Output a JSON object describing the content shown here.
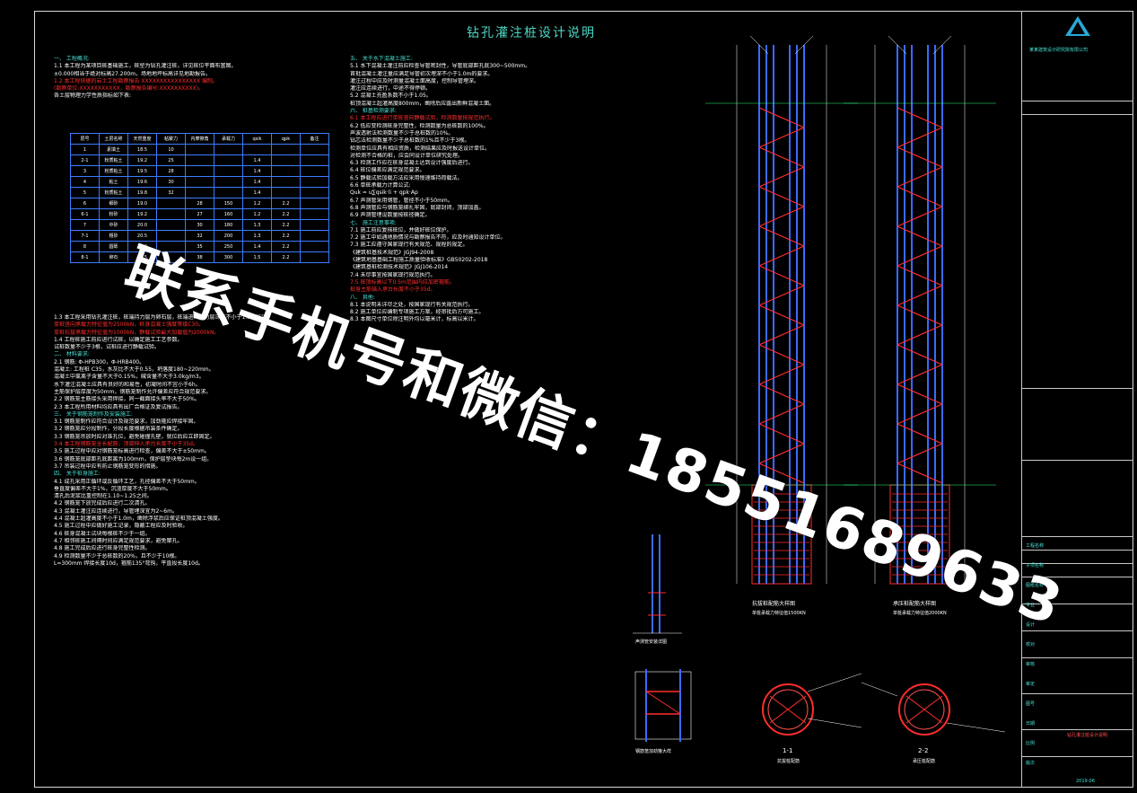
{
  "title": "钻孔灌注桩设计说明",
  "watermark": "联系手机号和微信：18551689633",
  "left_text": [
    {
      "t": "一、 工程概况:",
      "c": "cy"
    },
    {
      "t": "1.1  本工程为某项目桩基础施工，桩型为钻孔灌注桩，详见桩位平面布置图。",
      "c": ""
    },
    {
      "t": "     ±0.000相当于绝对标高27.200m，场地地坪标高详见地勘报告。",
      "c": ""
    },
    {
      "t": "1.2  本工程依据的岩土工程勘察报告 XXXXXXXXXXXXXXXX 编制。",
      "c": "red"
    },
    {
      "t": "     (勘察单位:XXXXXXXXXXX，勘察报告编号:XXXXXXXXXX)。",
      "c": "red"
    },
    {
      "t": "     各土层物理力学性质指标如下表:",
      "c": ""
    }
  ],
  "soil_table": {
    "headers": [
      "层号",
      "土层名称",
      "天然重度",
      "粘聚力",
      "内摩擦角",
      "承载力",
      "qsik",
      "qpk",
      "备注"
    ],
    "rows": [
      [
        "1",
        "素填土",
        "18.5",
        "10",
        "",
        "",
        "",
        "",
        ""
      ],
      [
        "2-1",
        "粉质粘土",
        "19.2",
        "25",
        "",
        "",
        "1.4",
        "",
        ""
      ],
      [
        "3",
        "粉质粘土",
        "19.5",
        "28",
        "",
        "",
        "1.4",
        "",
        ""
      ],
      [
        "4",
        "粘土",
        "19.6",
        "30",
        "",
        "",
        "1.4",
        "",
        ""
      ],
      [
        "5",
        "粉质粘土",
        "19.8",
        "32",
        "",
        "",
        "1.4",
        "",
        ""
      ],
      [
        "6",
        "细砂",
        "19.0",
        "",
        "28",
        "150",
        "1.2",
        "2.2",
        ""
      ],
      [
        "6-1",
        "粉砂",
        "19.2",
        "",
        "27",
        "160",
        "1.2",
        "2.2",
        ""
      ],
      [
        "7",
        "中砂",
        "20.0",
        "",
        "30",
        "180",
        "1.3",
        "2.2",
        ""
      ],
      [
        "7-1",
        "粗砂",
        "20.5",
        "",
        "32",
        "200",
        "1.3",
        "2.2",
        ""
      ],
      [
        "8",
        "圆砾",
        "21.0",
        "",
        "35",
        "250",
        "1.4",
        "2.2",
        ""
      ],
      [
        "8-1",
        "卵石",
        "21.5",
        "",
        "38",
        "300",
        "1.5",
        "2.2",
        ""
      ]
    ]
  },
  "left_text_2": [
    {
      "t": "1.3  本工程采用钻孔灌注桩，桩端持力层为卵石层，桩端进入持力层深度不小于1.5倍桩径。",
      "c": ""
    },
    {
      "t": "     单桩竖向承载力特征值为2500kN，桩身混凝土强度等级C30。",
      "c": "red"
    },
    {
      "t": "     单桩抗拔承载力特征值为1000kN，静载试验最大加载值为2000kN。",
      "c": "red"
    },
    {
      "t": "1.4  工程桩施工前应进行试桩，以确定施工工艺参数。",
      "c": ""
    },
    {
      "t": "     试桩数量不少于3根，试桩应进行静载试验。",
      "c": ""
    },
    {
      "t": "二、 材料要求:",
      "c": "cy"
    },
    {
      "t": "2.1  钢筋:  Φ-HPB300，Φ-HRB400。",
      "c": ""
    },
    {
      "t": "     混凝土:  工程桩 C35，水灰比不大于0.55，坍落度180~220mm。",
      "c": ""
    },
    {
      "t": "     混凝土中氯离子含量不大于0.15%，碱含量不大于3.0kg/m3。",
      "c": ""
    },
    {
      "t": "     水下灌注混凝土应具有良好的和易性，初凝时间不宜小于6h。",
      "c": ""
    },
    {
      "t": "     主筋保护层厚度为50mm，钢筋笼制作允许偏差应符合规范要求。",
      "c": ""
    },
    {
      "t": "2.2  钢筋笼主筋接头采用焊接，同一截面接头率不大于50%。",
      "c": ""
    },
    {
      "t": "2.3  本工程所用材料均应具有出厂合格证及复试报告。",
      "c": ""
    },
    {
      "t": "三、 关于钢筋笼制作及安装施工:",
      "c": "cy"
    },
    {
      "t": "3.1  钢筋笼制作应符合设计及规范要求，加劲箍应焊接牢固。",
      "c": ""
    },
    {
      "t": "3.2  钢筋笼应分段制作，分段长度根据吊装条件确定。",
      "c": ""
    },
    {
      "t": "3.3  钢筋笼吊放时应对准孔位，避免碰撞孔壁，就位后应立即固定。",
      "c": ""
    },
    {
      "t": "3.4  本工程钢筋笼全长配筋，顶部伸入承台长度不小于35d。",
      "c": "red"
    },
    {
      "t": "3.5  施工过程中应对钢筋笼标高进行检查，偏差不大于±50mm。",
      "c": ""
    },
    {
      "t": "3.6  钢筋笼底部距孔底距离为100mm，保护层垫块每2m设一组。",
      "c": ""
    },
    {
      "t": "3.7  吊装过程中应有防止钢筋笼变形的措施。",
      "c": ""
    },
    {
      "t": "四、 关于桩身施工:",
      "c": "cy"
    },
    {
      "t": "4.1  成孔采用正循环或反循环工艺，孔径偏差不大于50mm。",
      "c": ""
    },
    {
      "t": "     垂直度偏差不大于1%，沉渣厚度不大于50mm。",
      "c": ""
    },
    {
      "t": "     清孔后泥浆比重控制在1.10~1.25之间。",
      "c": ""
    },
    {
      "t": "4.2  钢筋笼下放完成后应进行二次清孔。",
      "c": ""
    },
    {
      "t": "4.3  混凝土灌注应连续进行，导管埋深宜为2~6m。",
      "c": ""
    },
    {
      "t": "4.4  混凝土超灌高度不小于1.0m，凿除浮浆后应保证桩顶混凝土强度。",
      "c": ""
    },
    {
      "t": "4.5  施工过程中应做好施工记录，隐蔽工程应及时验收。",
      "c": ""
    },
    {
      "t": "4.6  桩身混凝土试块每根桩不少于一组。",
      "c": ""
    },
    {
      "t": "4.7  相邻桩施工间隔时间应满足规范要求，避免窜孔。",
      "c": ""
    },
    {
      "t": "4.8  施工完成后应进行桩身完整性检测。",
      "c": ""
    },
    {
      "t": "4.9  检测数量不少于总桩数的20%，且不少于10根。",
      "c": ""
    },
    {
      "t": "     L=300mm  焊接长度10d，箍筋135°弯钩，平直段长度10d。",
      "c": ""
    }
  ],
  "mid_text": [
    {
      "t": "五、 关于水下混凝土施工:",
      "c": "cy"
    },
    {
      "t": "5.1  水下混凝土灌注前应检查导管密封性，导管底部距孔底300~500mm。",
      "c": ""
    },
    {
      "t": "     首批混凝土灌注量应满足导管初次埋深不小于1.0m的要求。",
      "c": ""
    },
    {
      "t": "     灌注过程中应及时测量混凝土面高度，控制导管埋深。",
      "c": ""
    },
    {
      "t": "     灌注应连续进行，中途不得停顿。",
      "c": ""
    },
    {
      "t": "5.2  混凝土充盈系数不小于1.05。",
      "c": ""
    },
    {
      "t": "     桩顶混凝土超灌高度800mm，凿除后应露出新鲜混凝土面。",
      "c": ""
    },
    {
      "t": "六、 桩基检测要求:",
      "c": "cy"
    },
    {
      "t": "6.1  本工程应进行单桩竖向静载试验，检测数量按规范执行。",
      "c": "red"
    },
    {
      "t": "6.2  低应变检测桩身完整性，检测数量为总桩数的100%。",
      "c": ""
    },
    {
      "t": "     声波透射法检测数量不少于总桩数的10%。",
      "c": ""
    },
    {
      "t": "     钻芯法检测数量不少于总桩数的1%且不少于3根。",
      "c": ""
    },
    {
      "t": "     检测单位应具有相应资质，检测结果应及时报送设计单位。",
      "c": ""
    },
    {
      "t": "     对检测不合格的桩，应会同设计单位研究处理。",
      "c": ""
    },
    {
      "t": "6.3  检测工作应在桩身混凝土达到设计强度后进行。",
      "c": ""
    },
    {
      "t": "6.4  桩位偏差应满足规范要求。",
      "c": ""
    },
    {
      "t": "6.5  静载试验加载方法应采用慢速维持荷载法。",
      "c": ""
    },
    {
      "t": "6.6  单桩承载力计算公式:",
      "c": ""
    },
    {
      "t": "     Quk = u∑qsik·li + qpk·Ap",
      "c": ""
    },
    {
      "t": "6.7  声测管采用钢管，管径不小于50mm。",
      "c": ""
    },
    {
      "t": "6.8  声测管应与钢筋笼绑扎牢固，底部封闭，顶部加盖。",
      "c": ""
    },
    {
      "t": "6.9  声测管埋设数量按桩径确定。",
      "c": ""
    },
    {
      "t": "七、 施工注意事项:",
      "c": "cy"
    },
    {
      "t": "7.1  施工前应复核桩位，并做好桩位保护。",
      "c": ""
    },
    {
      "t": "7.2  施工中如遇地质情况与勘察报告不符，应及时通知设计单位。",
      "c": ""
    },
    {
      "t": "7.3  施工应遵守国家现行有关规范、规程的规定。",
      "c": ""
    },
    {
      "t": "     《建筑桩基技术规范》JGJ94-2008",
      "c": ""
    },
    {
      "t": "     《建筑地基基础工程施工质量验收标准》GB50202-2018",
      "c": ""
    },
    {
      "t": "     《建筑基桩检测技术规范》JGJ106-2014",
      "c": ""
    },
    {
      "t": "7.4  未尽事宜按国家现行规范执行。",
      "c": ""
    },
    {
      "t": "7.5  桩顶标高以下0.5m范围内应加密箍筋。",
      "c": "red"
    },
    {
      "t": "     桩身主筋锚入承台长度不小于35d。",
      "c": "red"
    },
    {
      "t": "八、 其他:",
      "c": "cy"
    },
    {
      "t": "8.1  本说明未详尽之处，按国家现行有关规范执行。",
      "c": ""
    },
    {
      "t": "8.2  施工单位应编制专项施工方案，经审批后方可施工。",
      "c": ""
    },
    {
      "t": "8.3  本图尺寸单位除注明外均以毫米计，标高以米计。",
      "c": ""
    }
  ],
  "pile_labels": {
    "left_caption": "抗拔桩配筋大样图",
    "left_sub": "单桩承载力特征值1500KN",
    "right_caption": "承压桩配筋大样图",
    "right_sub": "单桩承载力特征值2000KN",
    "sect1": "1-1",
    "sect2": "2-2",
    "sect1_sub": "抗拔桩配筋",
    "sect2_sub": "承压桩配筋",
    "detail1": "声测管安装详图",
    "detail2": "钢筋笼加劲箍大样"
  },
  "title_block": {
    "company": "某某建筑设计研究院有限公司",
    "rows": [
      "工程名称",
      "子项名称",
      "图纸名称",
      "专业",
      "设计",
      "校对",
      "审核",
      "审定",
      "图号",
      "日期",
      "比例",
      "版次"
    ],
    "drawing_name": "钻孔灌注桩设计说明",
    "date": "2019-06"
  }
}
